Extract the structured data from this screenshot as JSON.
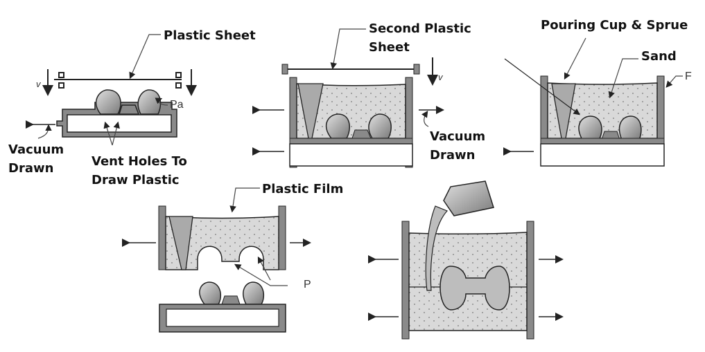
{
  "title": "Vacuum (V-Process) Molding Steps",
  "colors": {
    "mold_gray": "#8a8a8a",
    "sand": "#d9d9d9",
    "pattern": "#9a9a9a",
    "line": "#222222",
    "background": "#ffffff"
  },
  "labels": {
    "plastic_sheet": "Plastic Sheet",
    "second_plastic_sheet_1": "Second Plastic",
    "second_plastic_sheet_2": "Sheet",
    "pouring_cup_sprue": "Pouring Cup & Sprue",
    "sand": "Sand",
    "f": "F",
    "pa": "Pa",
    "vacuum_drawn_1_a": "Vacuum",
    "vacuum_drawn_1_b": "Drawn",
    "vent_holes_a": "Vent Holes To",
    "vent_holes_b": "Draw Plastic",
    "vacuum_drawn_2_a": "Vacuum",
    "vacuum_drawn_2_b": "Drawn",
    "plastic_film": "Plastic Film",
    "p": "P",
    "v1": "v",
    "v2": "v"
  }
}
